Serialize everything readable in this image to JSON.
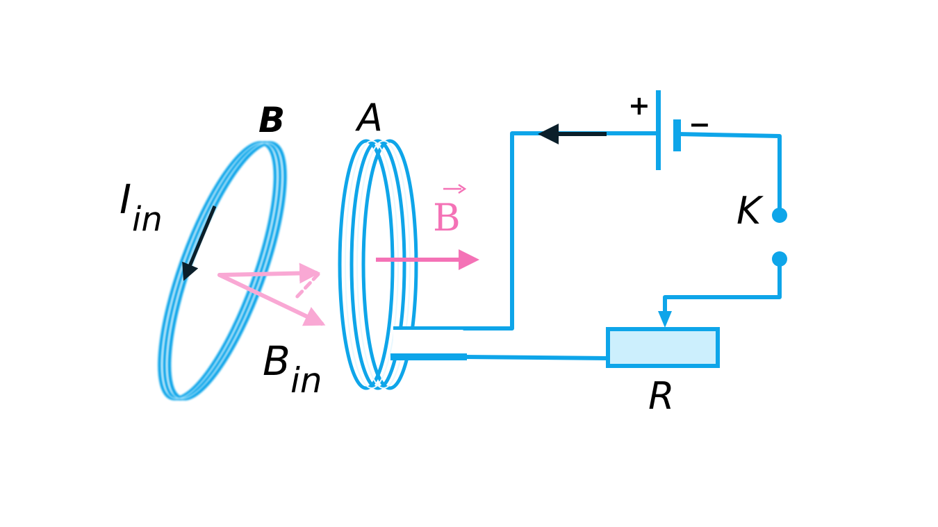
{
  "labels": {
    "coil_b": "B",
    "coil_a": "A",
    "current_i": "I",
    "current_i_sub": "in",
    "field_b_in": "B",
    "field_b_in_sub": "in",
    "field_vector": "B",
    "switch": "K",
    "resistor": "R",
    "battery_plus": "+",
    "battery_minus": "−"
  },
  "colors": {
    "wire": "#0ea5e9",
    "field": "#f472b6",
    "arrow": "#0b1f2a",
    "resistor_fill": "#cceffd"
  },
  "icons": {
    "battery": "battery-icon",
    "switch": "switch-contacts-icon",
    "rheostat": "rheostat-icon"
  }
}
